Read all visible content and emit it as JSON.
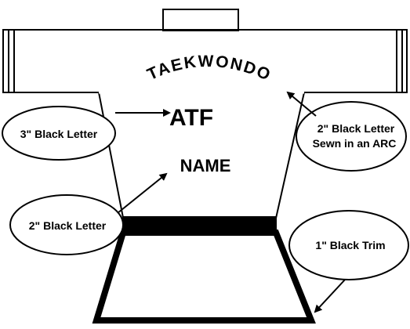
{
  "diagram": {
    "arc_text": "TAEKWONDO",
    "org_text": "ATF",
    "name_text": "NAME",
    "callouts": {
      "three_inch": "3\" Black Letter",
      "two_inch_arc_line1": "2\" Black Letter",
      "two_inch_arc_line2": "Sewn in an ARC",
      "two_inch": "2\" Black Letter",
      "one_inch_trim": "1\" Black Trim"
    },
    "colors": {
      "ink": "#000000",
      "background": "#ffffff"
    }
  }
}
